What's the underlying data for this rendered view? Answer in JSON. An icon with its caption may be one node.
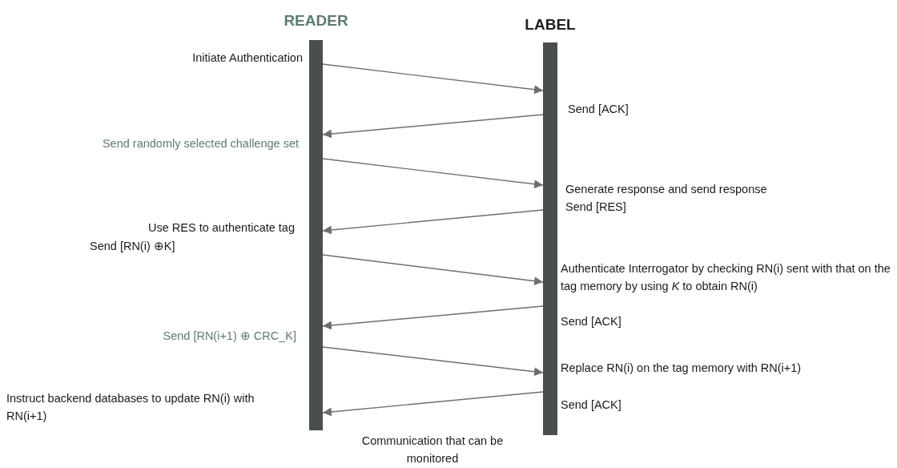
{
  "diagram": {
    "nodes": [
      {
        "text": [
          "READER"
        ]
      },
      {
        "text": [
          "LABEL"
        ]
      }
    ],
    "edges": [
      {
        "from": 0,
        "to": 1,
        "arrow": "to"
      },
      {
        "from": 1,
        "to": 0,
        "arrow": "to"
      },
      {
        "from": 0,
        "to": 1,
        "arrow": "to"
      },
      {
        "from": 1,
        "to": 0,
        "arrow": "to"
      },
      {
        "from": 0,
        "to": 1,
        "arrow": "to"
      },
      {
        "from": 1,
        "to": 0,
        "arrow": "to"
      },
      {
        "from": 0,
        "to": 1,
        "arrow": "to"
      },
      {
        "from": 1,
        "to": 0,
        "arrow": "to"
      }
    ],
    "labels": [
      "Initiate Authentication",
      "Send [ACK]",
      "Send randomly selected challenge set",
      "Generate response and send response",
      "Send [RES]",
      "Use RES to authenticate tag",
      "Send [RN(i) ⊕K]",
      "Authenticate Interrogator by checking RN(i) sent with that on the tag memory by using *K* to obtain RN(i)",
      "Send [ACK]",
      "Send [RN(i+1) ⊕ CRC_K]",
      "Replace RN(i) on the tag memory with RN(i+1)",
      "Instruct backend databases to update RN(i) with RN(i+1)",
      "Send [ACK]",
      "Communication that can be monitored"
    ]
  }
}
